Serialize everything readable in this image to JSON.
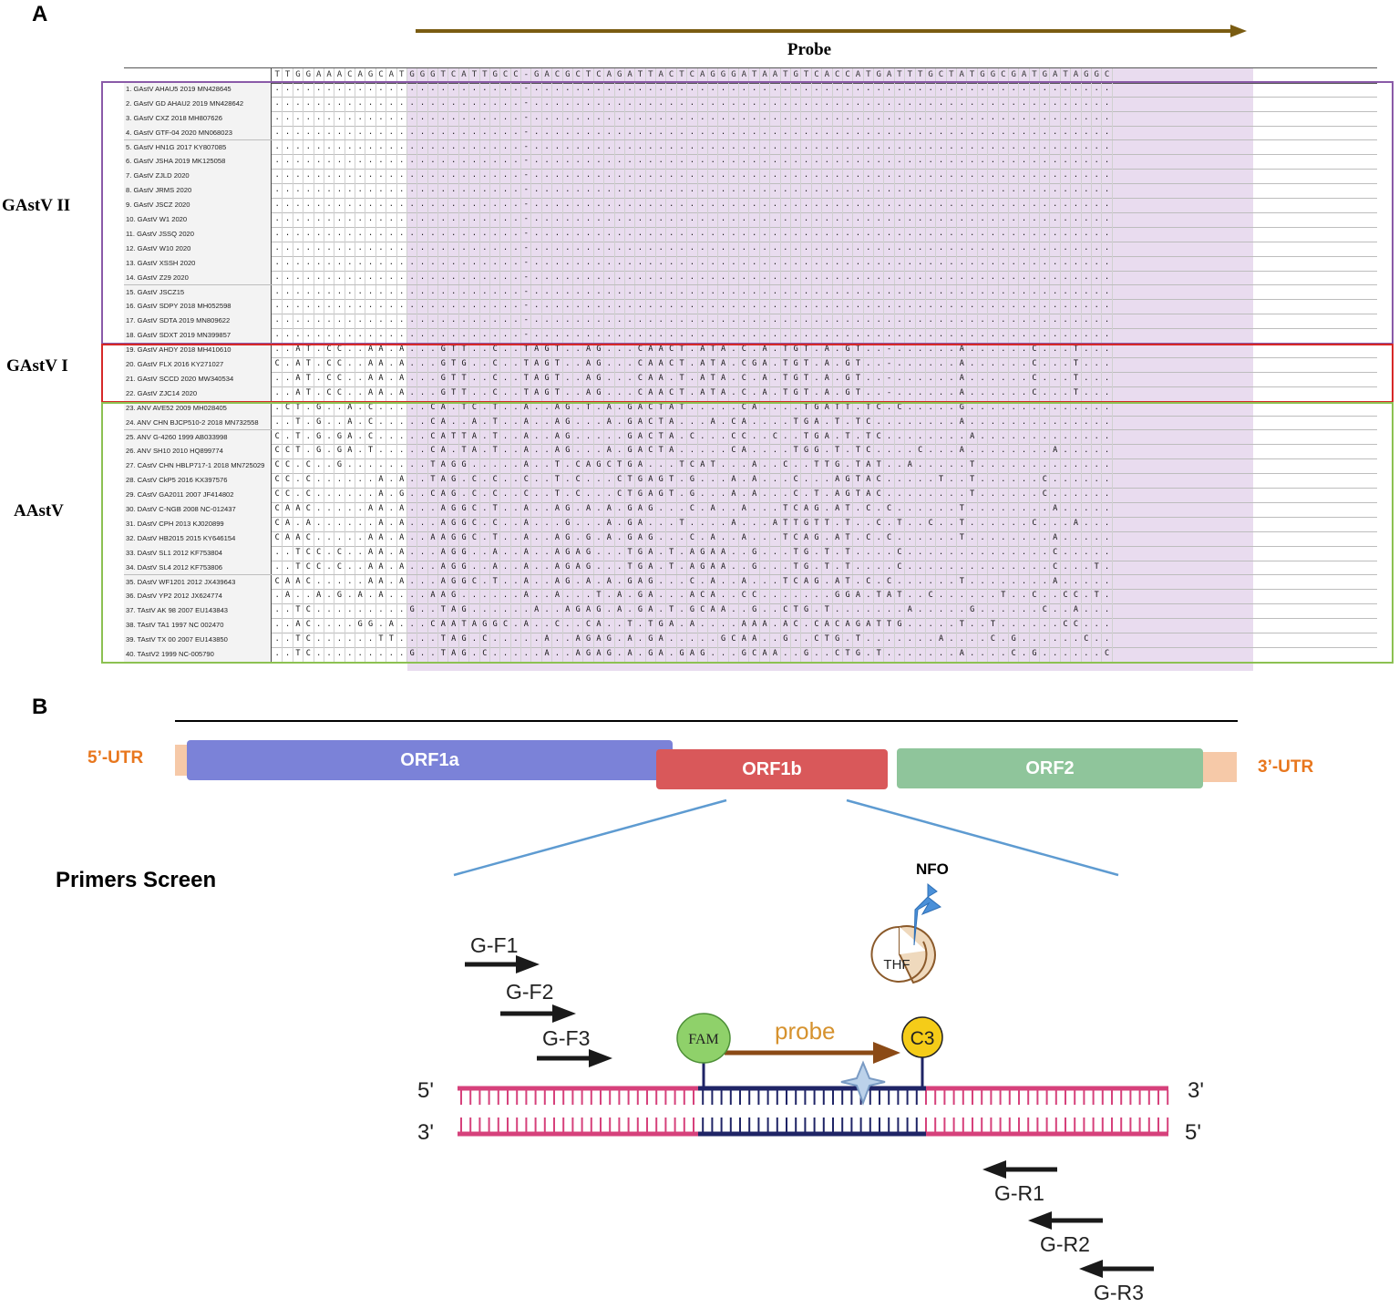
{
  "panel_a": {
    "letter": "A",
    "probe_label": "Probe",
    "header_sequence": "TTGGAAACAGCATGGGTCATTGCC-GACGCTCAGATTACTCAGGGATAATGTCACCATGATTTGCTATGGCGATGATAGGC",
    "sequences": [
      {
        "label": "1. GAstV AHAU5 2019 MN428645",
        "seq": ""
      },
      {
        "label": "2. GAstV GD AHAU2 2019 MN428642",
        "seq": ""
      },
      {
        "label": "3. GAstV CXZ 2018 MH807626",
        "seq": ""
      },
      {
        "label": "4. GAstV GTF-04 2020 MN068023",
        "seq": ""
      },
      {
        "label": "5. GAstV HN1G 2017 KY807085",
        "seq": ""
      },
      {
        "label": "6. GAstV JSHA 2019 MK125058",
        "seq": ""
      },
      {
        "label": "7. GAstV ZJLD 2020",
        "seq": ""
      },
      {
        "label": "8. GAstV JRMS 2020",
        "seq": ""
      },
      {
        "label": "9. GAstV JSCZ 2020",
        "seq": ""
      },
      {
        "label": "10. GAstV W1 2020",
        "seq": ""
      },
      {
        "label": "11. GAstV JSSQ 2020",
        "seq": ""
      },
      {
        "label": "12. GAstV W10 2020",
        "seq": ""
      },
      {
        "label": "13. GAstV XSSH 2020",
        "seq": ""
      },
      {
        "label": "14. GAstV Z29 2020",
        "seq": ""
      },
      {
        "label": "15. GAstV JSCZ15",
        "seq": ""
      },
      {
        "label": "16. GAstV SDPY 2018 MH052598",
        "seq": ""
      },
      {
        "label": "17. GAstV SDTA 2019 MN809622",
        "seq": ""
      },
      {
        "label": "18. GAstV SDXT 2019 MN399857",
        "seq": ""
      },
      {
        "label": "19. GAstV AHDY 2018 MH410610",
        "seq": "..AT.CC..AA.A...GTT..C..TAGT..AG...CAACT.ATA.C.A.TGT.A.GT..-......A......C...T"
      },
      {
        "label": "20. GAstV FLX 2016 KY271027",
        "seq": "C.AT.CC..AA.A...GTG..C..TAGT..AG...CAACT.ATA.CGA.TGT.A.GT..-......A......C...T"
      },
      {
        "label": "21. GAstV SCCD 2020 MW340534",
        "seq": "..AT.CC..AA.A...GTT..C..TAGT..AG...CAA.T.ATA.C.A.TGT.A.GT..-......A......C...T"
      },
      {
        "label": "22. GAstV ZJC14 2020",
        "seq": "..AT.CC..AA.A...GTT..C..TAGT..AG...CAACT.ATA.C.A.TGT.A.GT..-......A......C...T"
      },
      {
        "label": "23. ANV AVE52 2009 MH028405",
        "seq": ".CT.G..A.C.....CA.TC.T..A..AG.T.A.GACTAT.....CA....TGATT.TC.C.....G.........."
      },
      {
        "label": "24. ANV CHN BJCP510-2 2018 MN732558",
        "seq": "..T.G..A.C.....CA..A.T..A..AG...A.GACTA...A.CA....TGA.T.TC........A.........."
      },
      {
        "label": "25. ANV G-4260 1999 AB033998",
        "seq": "C.T.G.GA.C.....CATTA.T..A..AG.....GACTA.C...CC..C..TGA.T.TC........A.........."
      },
      {
        "label": "26. ANV SH10 2010 HQ899774",
        "seq": "CCT.G.GA.T.....CA.TA.T..A..AG...A.GACTA.....CA....TGG.T.TC....C...A........A.."
      },
      {
        "label": "27. CAstV CHN HBLP717-1 2018 MN725029",
        "seq": "CC.C..G........TAGG.....A..T.CAGCTGA...TCAT...A..C..TTG.TAT..A.....T.........."
      },
      {
        "label": "28. CAstV CkP5 2016 KX397576",
        "seq": "CC.C......A.A..TAG.C.C..C..T.C...CTGAGT.G...A.A...C...AGTAC.....T..T......C...."
      },
      {
        "label": "29. CAstV GA2011 2007 JF414802",
        "seq": "CC.C......A.G..CAG.C.C..C..T.C...CTGAGT.G...A.A...C.T.AGTAC........T......C...."
      },
      {
        "label": "30. DAstV C-NGB 2008 NC-012437",
        "seq": "CAAC.....AA.A...AGGC.T..A..AG.A.A.GAG...C.A..A...TCAG.AT.C.C......T........A.."
      },
      {
        "label": "31. DAstV CPH 2013 KJ020899",
        "seq": "CA.A......A.A...AGGC.C..A...G...A.GA...T....A...ATTGTT.T..C.T..C..T......C...A.."
      },
      {
        "label": "32. DAstV HB2015 2015 KY646154",
        "seq": "CAAC.....AA.A..AAGGC.T..A..AG.G.A.GAG...C.A..A...TCAG.AT.C.C......T........A.."
      },
      {
        "label": "33. DAstV SL1 2012 KF753804",
        "seq": "..TCC.C..AA.A...AGG..A..A..AGAG...TGA.T.AGAA..G...TG.T.T....C..............C...."
      },
      {
        "label": "34. DAstV SL4 2012 KF753806",
        "seq": "..TCC.C..AA.A...AGG..A..A..AGAG...TGA.T.AGAA..G...TG.T.T....C..............C...T"
      },
      {
        "label": "35. DAstV WF1201 2012 JX439643",
        "seq": "CAAC.....AA.A...AGGC.T..A..AG.A.A.GAG...C.A..A...TCAG.AT.C.C......T........A.."
      },
      {
        "label": "36. DAstV YP2 2012 JX624774",
        "seq": ".A..A.G.A.A....AAG......A..A...T.A.GA...ACA..CC.......GGA.TAT..C......T..C..CC.T."
      },
      {
        "label": "37. TAstV AK 98 2007 EU143843",
        "seq": "..TC.........G..TAG......A..AGAG.A.GA.T.GCAA..G..CTG.T.......A.....G......C..A.."
      },
      {
        "label": "38. TAstV TA1 1997 NC 002470",
        "seq": "..AC....GG.A...CAATAGGC.A..C..CA..T.TGA.A....AAA.AC.CACAGATTG.....T..T......CC..."
      },
      {
        "label": "39. TAstV TX 00 2007 EU143850",
        "seq": "..TC......TT....TAG.C.....A..AGAG.A.GA.....GCAA..G..CTG.T.......A....C.G......C..A.."
      },
      {
        "label": "40. TAstV2 1999 NC-005790",
        "seq": "..TC.........G..TAG.C.....A..AGAG.A.GA.GAG...GCAA..G..CTG.T.......A....C.G......C..A.."
      }
    ],
    "groups": [
      {
        "label": "GAstV II",
        "color": "#8a5aa8"
      },
      {
        "label": "GAstV I",
        "color": "#d62828"
      },
      {
        "label": "AAstV",
        "color": "#8cc152"
      }
    ],
    "colors": {
      "probe_arrow": "#7a5c12",
      "probe_shade": "#e9dcef"
    }
  },
  "panel_b": {
    "letter": "B",
    "utr5": "5’-UTR",
    "utr3": "3’-UTR",
    "orfs": [
      {
        "label": "ORF1a",
        "color": "#7b82d8"
      },
      {
        "label": "ORF1b",
        "color": "#d9585a"
      },
      {
        "label": "ORF2",
        "color": "#8fc59b"
      }
    ],
    "utr_color": "#f6c9a8",
    "primers_title": "Primers Screen",
    "forward_primers": [
      "G-F1",
      "G-F2",
      "G-F3"
    ],
    "reverse_primers": [
      "G-R1",
      "G-R2",
      "G-R3"
    ],
    "nfo_label": "NFO",
    "thf_label": "THF",
    "fam_label": "FAM",
    "probe_label": "probe",
    "c3_label": "C3",
    "strand_top_left": "5'",
    "strand_top_right": "3'",
    "strand_bottom_left": "3'",
    "strand_bottom_right": "5'",
    "colors": {
      "strand": "#d6417b",
      "target": "#1f2466",
      "fam": "#8fd16a",
      "c3": "#f5cc18",
      "thf": "#efd9bd",
      "nfo": "#4a90d9",
      "probe_arrow": "#8b4a16",
      "probe_text": "#d6922e",
      "zoom_line": "#5e9bd1"
    }
  }
}
